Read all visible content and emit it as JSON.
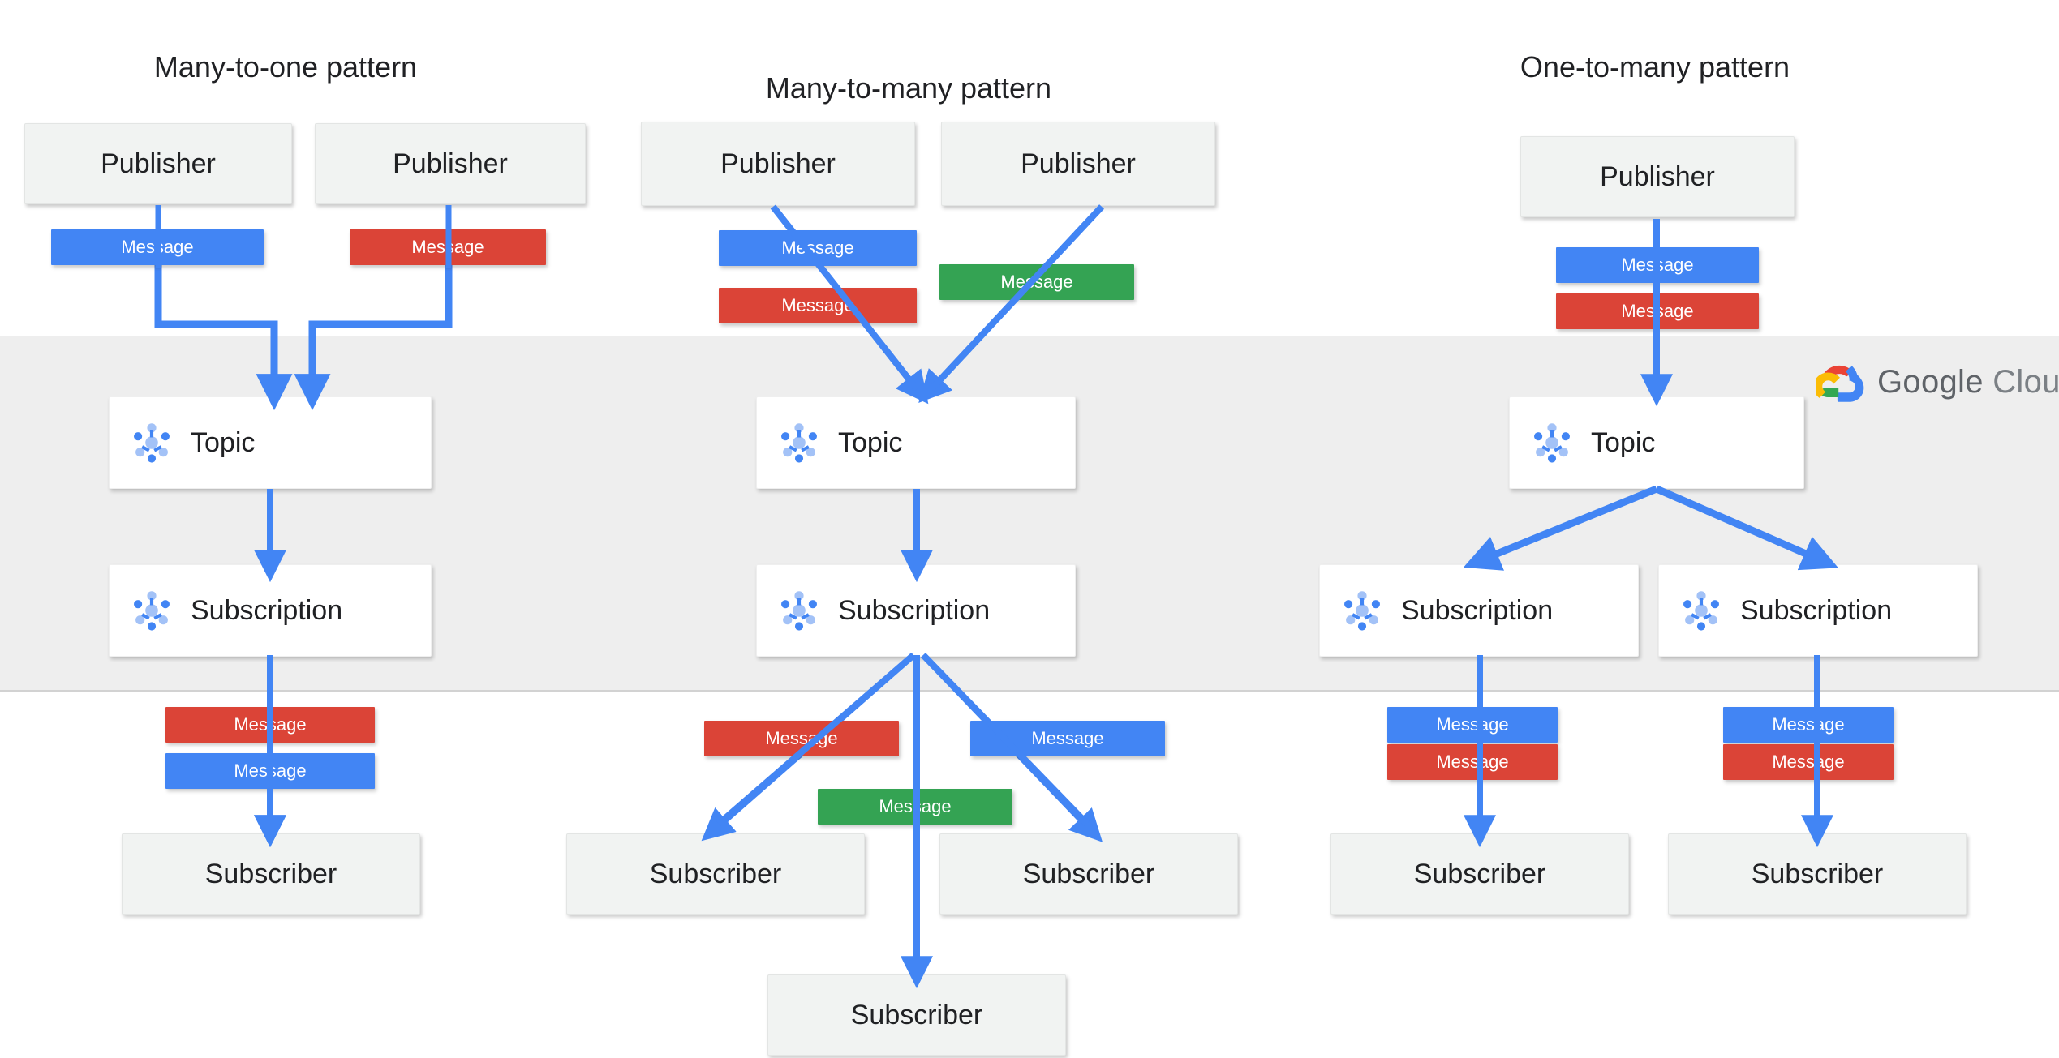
{
  "branding": {
    "logo_text_primary": "Google",
    "logo_text_secondary": "Cloud",
    "logo_icon": "google-cloud-logo",
    "colors": {
      "blue": "#4285F4",
      "red": "#DB4437",
      "green": "#34A353",
      "yellow": "#F4B400",
      "band_gray": "#EEEEEE",
      "node_gray": "#F1F3F2",
      "arrow_blue": "#4285F4",
      "text": "#202124",
      "logo_text": "#5F6368"
    }
  },
  "patterns": [
    {
      "id": "many-to-one",
      "title": "Many-to-one pattern",
      "publishers": [
        {
          "label": "Publisher"
        },
        {
          "label": "Publisher"
        }
      ],
      "publish_messages": [
        {
          "label": "Message",
          "color": "blue"
        },
        {
          "label": "Message",
          "color": "red"
        }
      ],
      "topics": [
        {
          "label": "Topic",
          "icon": "pubsub-icon"
        }
      ],
      "subscriptions": [
        {
          "label": "Subscription",
          "icon": "pubsub-icon"
        }
      ],
      "deliver_messages": [
        {
          "label": "Message",
          "color": "red"
        },
        {
          "label": "Message",
          "color": "blue"
        }
      ],
      "subscribers": [
        {
          "label": "Subscriber"
        }
      ]
    },
    {
      "id": "many-to-many",
      "title": "Many-to-many  pattern",
      "publishers": [
        {
          "label": "Publisher"
        },
        {
          "label": "Publisher"
        }
      ],
      "publish_messages": [
        {
          "label": "Message",
          "color": "blue"
        },
        {
          "label": "Message",
          "color": "red"
        },
        {
          "label": "Message",
          "color": "green"
        }
      ],
      "topics": [
        {
          "label": "Topic",
          "icon": "pubsub-icon"
        }
      ],
      "subscriptions": [
        {
          "label": "Subscription",
          "icon": "pubsub-icon"
        }
      ],
      "deliver_messages": [
        {
          "label": "Message",
          "color": "red"
        },
        {
          "label": "Message",
          "color": "blue"
        },
        {
          "label": "Message",
          "color": "green"
        }
      ],
      "subscribers": [
        {
          "label": "Subscriber"
        },
        {
          "label": "Subscriber"
        },
        {
          "label": "Subscriber"
        }
      ]
    },
    {
      "id": "one-to-many",
      "title": "One-to-many pattern",
      "publishers": [
        {
          "label": "Publisher"
        }
      ],
      "publish_messages": [
        {
          "label": "Message",
          "color": "blue"
        },
        {
          "label": "Message",
          "color": "red"
        }
      ],
      "topics": [
        {
          "label": "Topic",
          "icon": "pubsub-icon"
        }
      ],
      "subscriptions": [
        {
          "label": "Subscription",
          "icon": "pubsub-icon"
        },
        {
          "label": "Subscription",
          "icon": "pubsub-icon"
        }
      ],
      "deliver_messages": [
        {
          "label": "Message",
          "color": "blue"
        },
        {
          "label": "Message",
          "color": "red"
        },
        {
          "label": "Message",
          "color": "blue"
        },
        {
          "label": "Message",
          "color": "red"
        }
      ],
      "subscribers": [
        {
          "label": "Subscriber"
        },
        {
          "label": "Subscriber"
        }
      ]
    }
  ]
}
